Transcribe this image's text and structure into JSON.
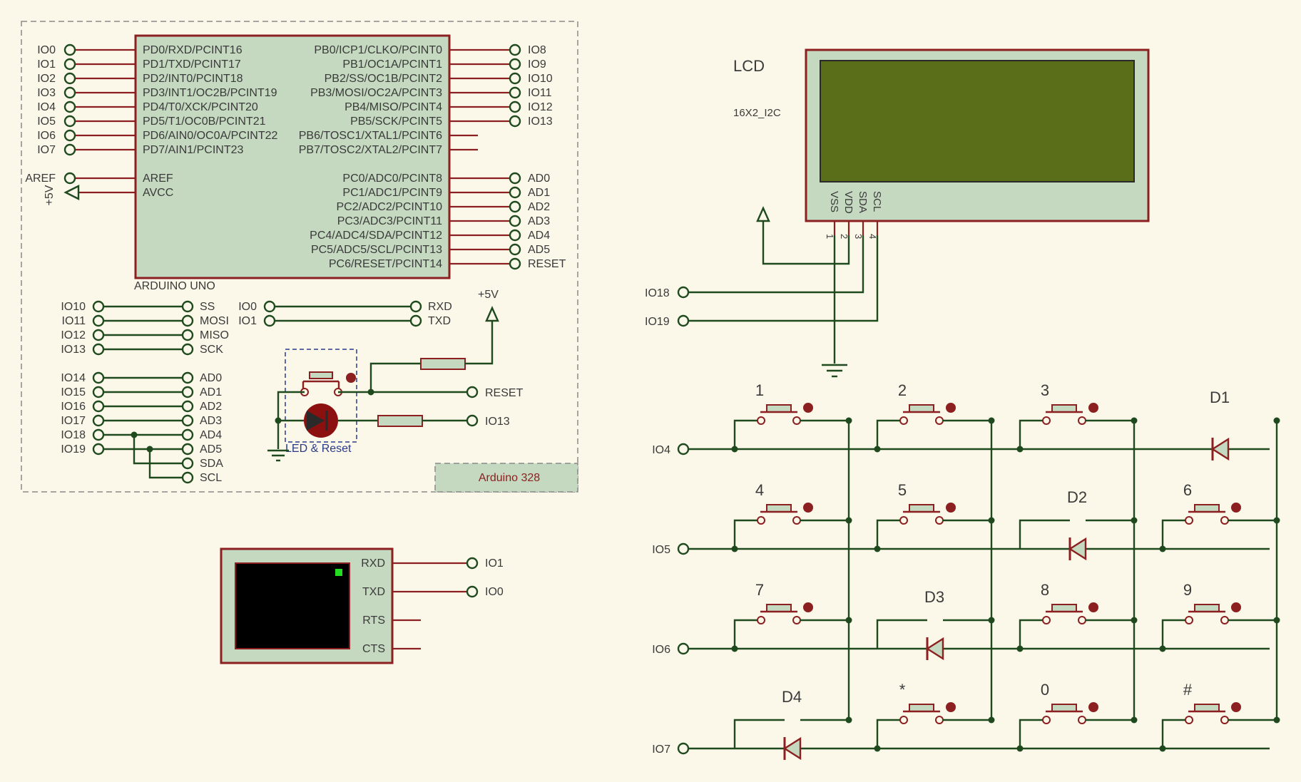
{
  "arduino": {
    "name": "ARDUINO UNO",
    "sheet_title": "Arduino 328",
    "left_pins": [
      "PD0/RXD/PCINT16",
      "PD1/TXD/PCINT17",
      "PD2/INT0/PCINT18",
      "PD3/INT1/OC2B/PCINT19",
      "PD4/T0/XCK/PCINT20",
      "PD5/T1/OC0B/PCINT21",
      "PD6/AIN0/OC0A/PCINT22",
      "PD7/AIN1/PCINT23"
    ],
    "left_nets": [
      "IO0",
      "IO1",
      "IO2",
      "IO3",
      "IO4",
      "IO5",
      "IO6",
      "IO7"
    ],
    "aref_pin": "AREF",
    "avcc_pin": "AVCC",
    "aref_net": "AREF",
    "avcc_net": "+5V",
    "right_pins_b": [
      "PB0/ICP1/CLKO/PCINT0",
      "PB1/OC1A/PCINT1",
      "PB2/SS/OC1B/PCINT2",
      "PB3/MOSI/OC2A/PCINT3",
      "PB4/MISO/PCINT4",
      "PB5/SCK/PCINT5",
      "PB6/TOSC1/XTAL1/PCINT6",
      "PB7/TOSC2/XTAL2/PCINT7"
    ],
    "right_nets_b": [
      "IO8",
      "IO9",
      "IO10",
      "IO11",
      "IO12",
      "IO13",
      "",
      ""
    ],
    "right_pins_c": [
      "PC0/ADC0/PCINT8",
      "PC1/ADC1/PCINT9",
      "PC2/ADC2/PCINT10",
      "PC3/ADC3/PCINT11",
      "PC4/ADC4/SDA/PCINT12",
      "PC5/ADC5/SCL/PCINT13",
      "PC6/RESET/PCINT14"
    ],
    "right_nets_c": [
      "AD0",
      "AD1",
      "AD2",
      "AD3",
      "AD4",
      "AD5",
      "RESET"
    ]
  },
  "aliases": {
    "spi_left": [
      "IO10",
      "IO11",
      "IO12",
      "IO13"
    ],
    "spi_right": [
      "SS",
      "MOSI",
      "MISO",
      "SCK"
    ],
    "serial_left": [
      "IO0",
      "IO1"
    ],
    "serial_right": [
      "RXD",
      "TXD"
    ],
    "analog_left": [
      "IO14",
      "IO15",
      "IO16",
      "IO17",
      "IO18",
      "IO19"
    ],
    "analog_right": [
      "AD0",
      "AD1",
      "AD2",
      "AD3",
      "AD4",
      "AD5",
      "SDA",
      "SCL"
    ]
  },
  "led_reset": {
    "label": "LED & Reset",
    "power": "+5V",
    "reset_net": "RESET",
    "led_net": "IO13"
  },
  "lcd": {
    "title": "LCD",
    "model": "16X2_I2C",
    "pins": [
      "VSS",
      "VDD",
      "SDA",
      "SCL"
    ],
    "pin_numbers": [
      "1",
      "2",
      "3",
      "4"
    ],
    "nets": [
      "IO18",
      "IO19"
    ]
  },
  "terminal": {
    "pins": [
      "RXD",
      "TXD",
      "RTS",
      "CTS"
    ],
    "nets": [
      "IO1",
      "IO0"
    ]
  },
  "keypad": {
    "rows": [
      "IO4",
      "IO5",
      "IO6",
      "IO7"
    ],
    "keys": [
      [
        "1",
        "2",
        "3",
        "D1"
      ],
      [
        "4",
        "5",
        "D2",
        "6"
      ],
      [
        "7",
        "D3",
        "8",
        "9"
      ],
      [
        "D4",
        "*",
        "0",
        "#"
      ]
    ]
  },
  "colors": {
    "background": "#fbf7e9",
    "component_fill": "#c4d9c0",
    "component_border": "#8c1f1f",
    "wire": "#1e4a1e",
    "lcd_screen": "#5a6e1a",
    "terminal_screen": "#000000",
    "terminal_led": "#22dd22"
  }
}
